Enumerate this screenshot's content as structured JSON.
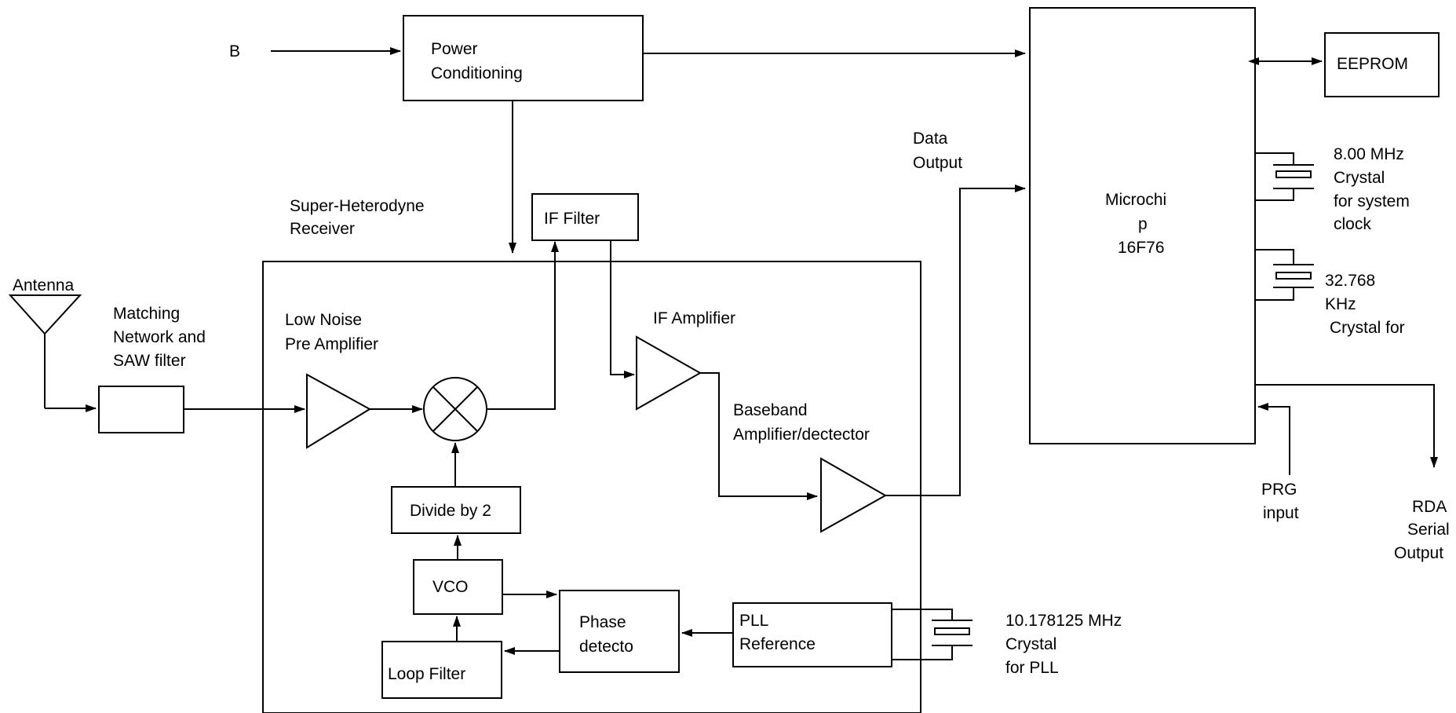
{
  "labels": {
    "b": "B",
    "power_1": "Power",
    "power_2": "Conditioning",
    "eeprom": "EEPROM",
    "data_out_1": "Data",
    "data_out_2": "Output",
    "micro_1": "Microchi",
    "micro_2": "p",
    "micro_3": "16F76",
    "xtal8_1": "8.00 MHz",
    "xtal8_2": "Crystal",
    "xtal8_3": "for system",
    "xtal8_4": "clock",
    "xtal32_1": "32.768",
    "xtal32_2": "KHz",
    "xtal32_3": "Crystal for",
    "superhet_1": "Super-Heterodyne",
    "superhet_2": "Receiver",
    "if_filter": "IF Filter",
    "antenna": "Antenna",
    "matching_1": "Matching",
    "matching_2": "Network and",
    "matching_3": "SAW filter",
    "lna_1": "Low Noise",
    "lna_2": "Pre Amplifier",
    "if_amp": "IF Amplifier",
    "baseband_1": "Baseband",
    "baseband_2": "Amplifier/dectector",
    "divide": "Divide by 2",
    "vco": "VCO",
    "phase_1": "Phase",
    "phase_2": "detecto",
    "pll_1": "PLL",
    "pll_2": "Reference",
    "loop": "Loop Filter",
    "xtal10_1": "10.178125 MHz",
    "xtal10_2": "Crystal",
    "xtal10_3": "for PLL",
    "prg_1": "PRG",
    "prg_2": "input",
    "rda_1": "RDA",
    "rda_2": "Serial",
    "rda_3": "Output"
  }
}
